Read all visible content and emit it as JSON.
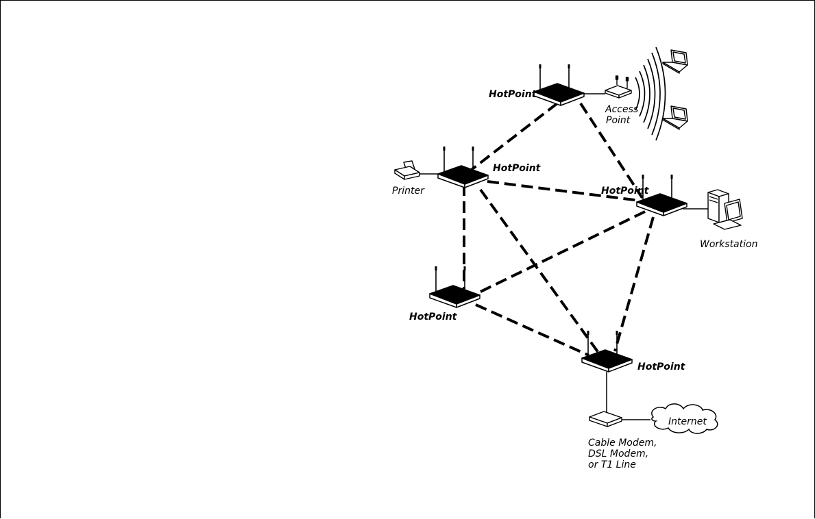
{
  "nodes": {
    "top": "HotPoint",
    "left": "HotPoint",
    "right": "HotPoint",
    "bottom_left": "HotPoint",
    "bottom": "HotPoint"
  },
  "devices": {
    "access_point_line1": "Access",
    "access_point_line2": "Point",
    "printer": "Printer",
    "workstation": "Workstation",
    "internet": "Internet",
    "modem_line1": "Cable Modem,",
    "modem_line2": "DSL Modem,",
    "modem_line3": "or T1 Line"
  }
}
